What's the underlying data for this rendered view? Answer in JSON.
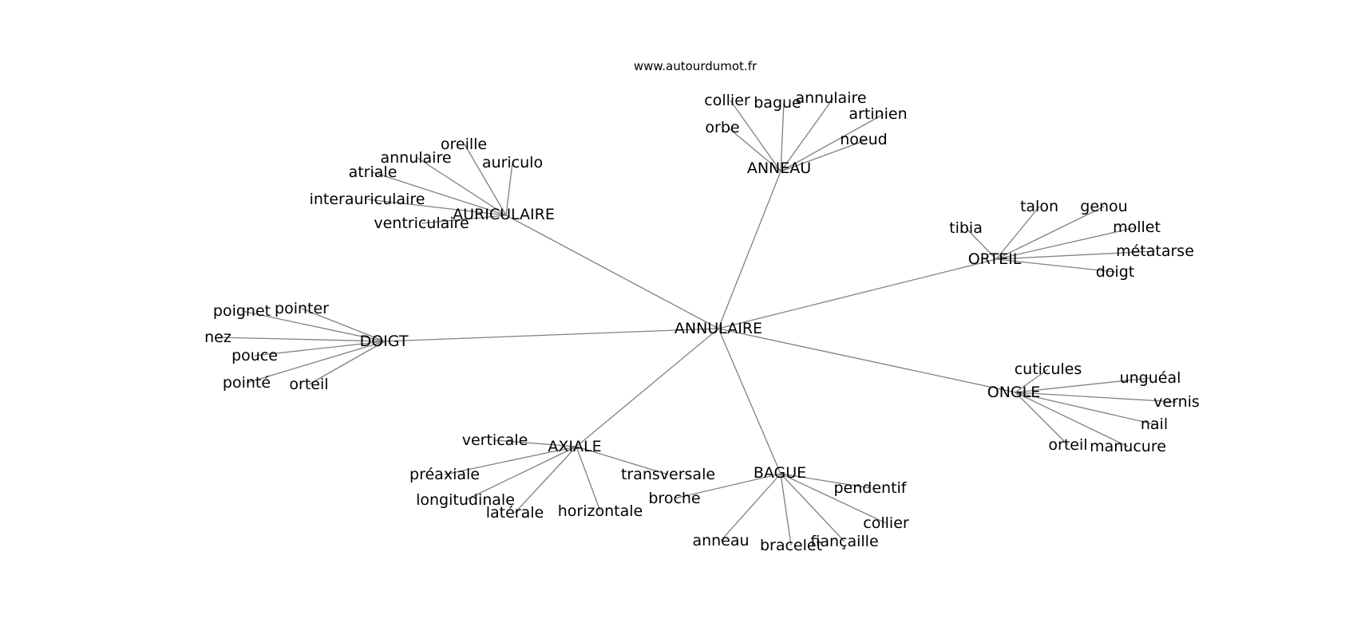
{
  "source": "www.autourdumot.fr",
  "center": "ANNULAIRE",
  "hubs": [
    {
      "label": "ANNEAU",
      "words": [
        "orbe",
        "collier",
        "bague",
        "annulaire",
        "artinien",
        "noeud"
      ]
    },
    {
      "label": "AURICULAIRE",
      "words": [
        "oreille",
        "auriculo",
        "annulaire",
        "atriale",
        "interauriculaire",
        "ventriculaire"
      ]
    },
    {
      "label": "ORTEIL",
      "words": [
        "tibia",
        "talon",
        "genou",
        "mollet",
        "métatarse",
        "doigt"
      ]
    },
    {
      "label": "DOIGT",
      "words": [
        "poignet",
        "pointer",
        "nez",
        "pouce",
        "pointé",
        "orteil"
      ]
    },
    {
      "label": "ONGLE",
      "words": [
        "cuticules",
        "unguéal",
        "vernis",
        "nail",
        "orteil",
        "manucure"
      ]
    },
    {
      "label": "AXIALE",
      "words": [
        "verticale",
        "préaxiale",
        "longitudinale",
        "latérale",
        "horizontale",
        "transversale"
      ]
    },
    {
      "label": "BAGUE",
      "words": [
        "broche",
        "pendentif",
        "collier",
        "fiançaille",
        "bracelet",
        "anneau"
      ]
    }
  ]
}
